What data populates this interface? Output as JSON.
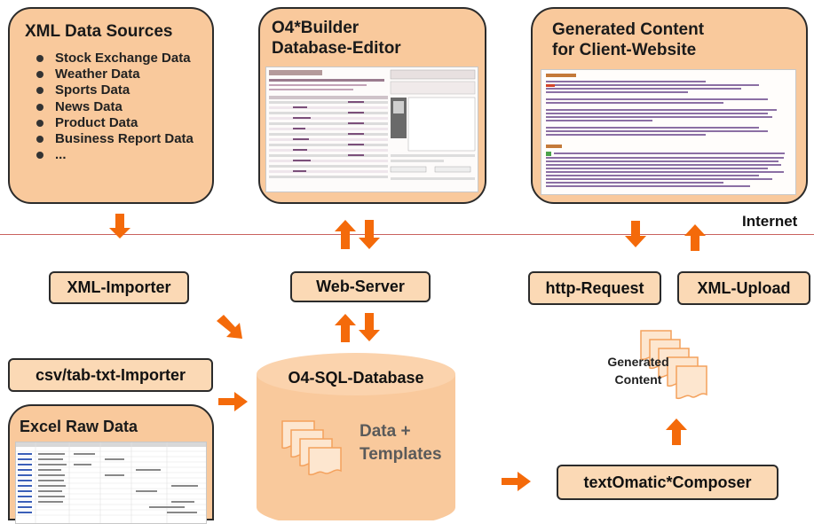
{
  "colors": {
    "panel_fill": "#f9c99c",
    "tag_fill": "#fbd9b5",
    "arrow": "#f46a0a",
    "internet_line": "#c9625f",
    "outline": "#2b2b2b"
  },
  "sources": {
    "title": "XML Data Sources",
    "items": [
      "Stock Exchange Data",
      "Weather Data",
      "Sports Data",
      "News Data",
      "Product Data",
      "Business Report Data",
      "..."
    ]
  },
  "builder": {
    "title_line1": "O4*Builder",
    "title_line2": "Database-Editor"
  },
  "generated": {
    "title_line1": "Generated Content",
    "title_line2": "for Client-Website"
  },
  "internet": {
    "label": "Internet"
  },
  "nodes": {
    "xml_importer": "XML-Importer",
    "web_server": "Web-Server",
    "http_request": "http-Request",
    "xml_upload": "XML-Upload",
    "csv_importer": "csv/tab-txt-Importer",
    "textomatic": "textOmatic*Composer"
  },
  "excel": {
    "title": "Excel Raw Data"
  },
  "database": {
    "title": "O4-SQL-Database",
    "content_line1": "Data +",
    "content_line2": "Templates"
  },
  "generated_doc": {
    "line1": "Generated",
    "line2": "Content"
  },
  "icons": [
    "down-arrow-icon",
    "up-arrow-icon",
    "right-arrow-icon",
    "document-stack-icon",
    "bullet-icon"
  ]
}
